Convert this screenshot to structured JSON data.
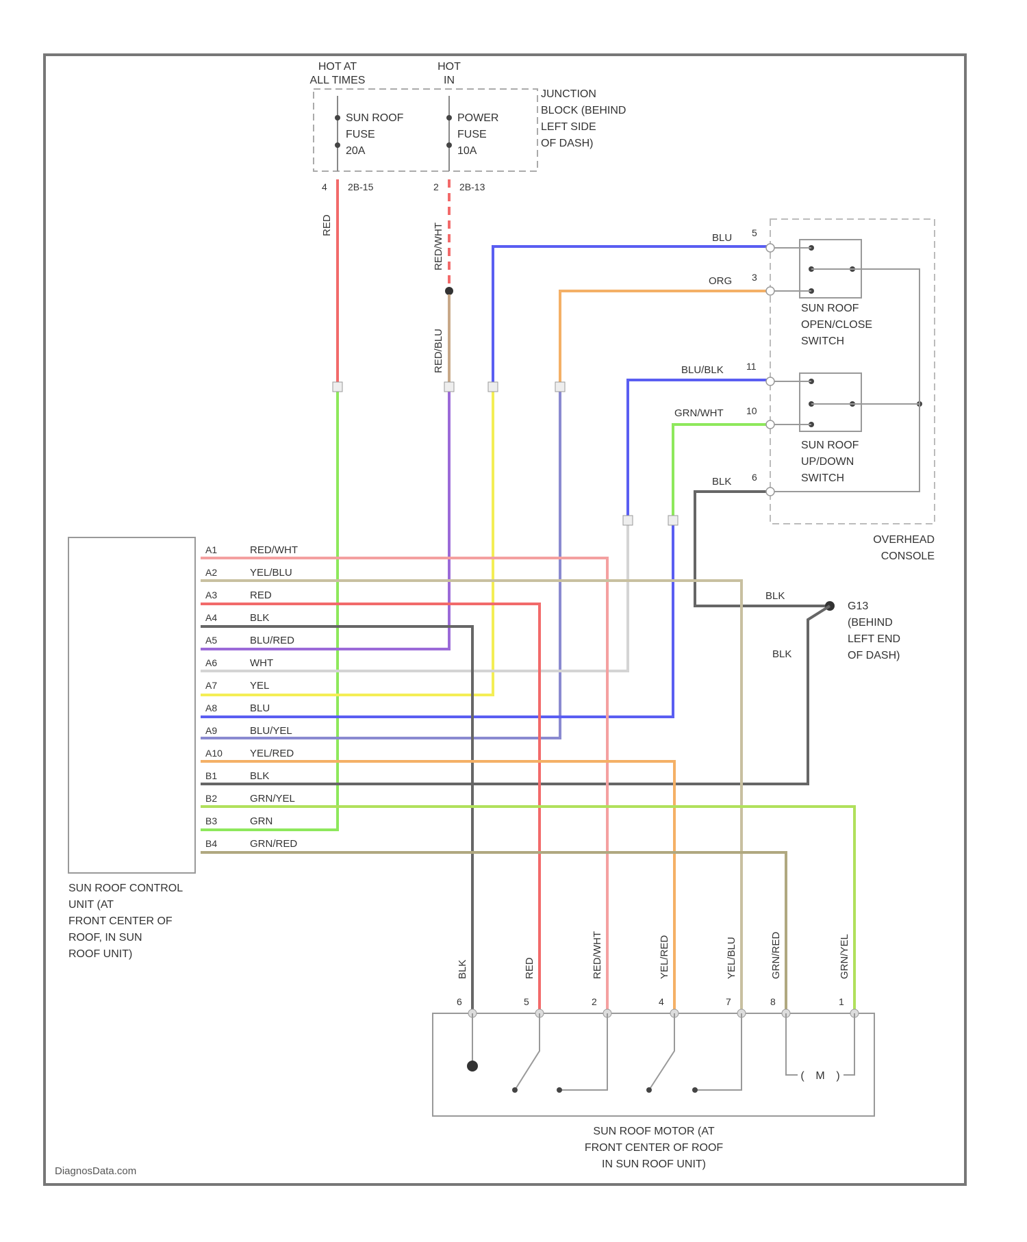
{
  "top": {
    "hot_at_all_times": [
      "HOT AT",
      "ALL TIMES"
    ],
    "hot_in_run": [
      "HOT",
      "IN"
    ],
    "junction_block": [
      "JUNCTION",
      "BLOCK (BEHIND",
      "LEFT SIDE",
      "OF DASH)"
    ],
    "fuse_sunroof": [
      "SUN ROOF",
      "FUSE",
      "20A"
    ],
    "fuse_power": [
      "POWER",
      "FUSE",
      "10A"
    ],
    "conn_left": {
      "pin": "4",
      "code": "2B-15"
    },
    "conn_right": {
      "pin": "2",
      "code": "2B-13"
    },
    "wire_red": "RED",
    "wire_redwht": "RED/WHT",
    "wire_redblu": "RED/BLU"
  },
  "overhead": {
    "wires": [
      {
        "label": "BLU",
        "pin": "5"
      },
      {
        "label": "ORG",
        "pin": "3"
      },
      {
        "label": "BLU/BLK",
        "pin": "11"
      },
      {
        "label": "GRN/WHT",
        "pin": "10"
      },
      {
        "label": "BLK",
        "pin": "6"
      }
    ],
    "switch_open_close": [
      "SUN ROOF",
      "OPEN/CLOSE",
      "SWITCH"
    ],
    "switch_up_down": [
      "SUN ROOF",
      "UP/DOWN",
      "SWITCH"
    ],
    "console": [
      "OVERHEAD",
      "CONSOLE"
    ]
  },
  "ground": {
    "wire_top": "BLK",
    "wire_side": "BLK",
    "label": [
      "G13",
      "(BEHIND",
      "LEFT END",
      "OF DASH)"
    ]
  },
  "control_unit": {
    "pins": [
      {
        "pin": "A1",
        "wire": "RED/WHT"
      },
      {
        "pin": "A2",
        "wire": "YEL/BLU"
      },
      {
        "pin": "A3",
        "wire": "RED"
      },
      {
        "pin": "A4",
        "wire": "BLK"
      },
      {
        "pin": "A5",
        "wire": "BLU/RED"
      },
      {
        "pin": "A6",
        "wire": "WHT"
      },
      {
        "pin": "A7",
        "wire": "YEL"
      },
      {
        "pin": "A8",
        "wire": "BLU"
      },
      {
        "pin": "A9",
        "wire": "BLU/YEL"
      },
      {
        "pin": "A10",
        "wire": "YEL/RED"
      },
      {
        "pin": "B1",
        "wire": "BLK"
      },
      {
        "pin": "B2",
        "wire": "GRN/YEL"
      },
      {
        "pin": "B3",
        "wire": "GRN"
      },
      {
        "pin": "B4",
        "wire": "GRN/RED"
      }
    ],
    "label": [
      "SUN ROOF CONTROL",
      "UNIT (AT",
      "FRONT CENTER OF",
      "ROOF, IN SUN",
      "ROOF UNIT)"
    ]
  },
  "motor": {
    "wires": [
      {
        "label": "BLK",
        "pin": "6"
      },
      {
        "label": "RED",
        "pin": "5"
      },
      {
        "label": "RED/WHT",
        "pin": "2"
      },
      {
        "label": "YEL/RED",
        "pin": "4"
      },
      {
        "label": "YEL/BLU",
        "pin": "7"
      },
      {
        "label": "GRN/RED",
        "pin": "8"
      },
      {
        "label": "GRN/YEL",
        "pin": "1"
      }
    ],
    "motor_symbol": "M",
    "label": [
      "SUN ROOF MOTOR (AT",
      "FRONT CENTER OF ROOF",
      "IN SUN ROOF UNIT)"
    ]
  },
  "footer": "DiagnosData.com",
  "colors": {
    "red": "#f26a6a",
    "redwht": "#f4a0a0",
    "green": "#8ee85c",
    "purple": "#9b6ad8",
    "yellow": "#f4ee55",
    "blue": "#5a5ef2",
    "orange": "#f4b066",
    "black": "#666666",
    "white": "#d4d4d4",
    "tan": "#c8c0a0",
    "bluyel": "#8a8ad0",
    "greenyel": "#b0e05c",
    "grnred": "#b0a880",
    "frame": "#777777"
  }
}
